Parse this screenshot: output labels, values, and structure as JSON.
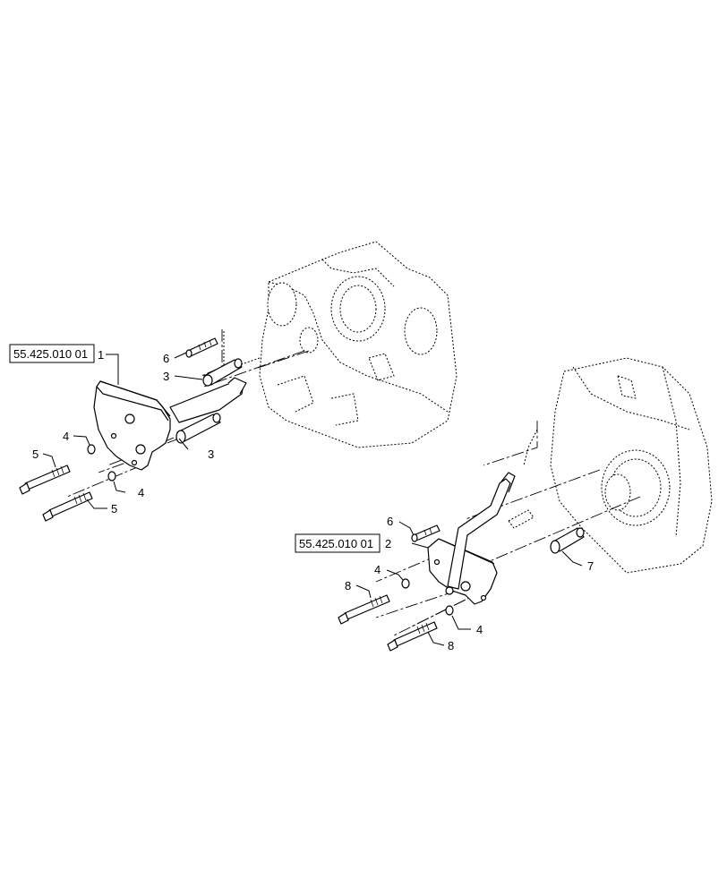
{
  "references": {
    "upper": "55.425.010 01",
    "lower": "55.425.010 01"
  },
  "callouts": {
    "c1": "1",
    "c2": "2",
    "c3a": "3",
    "c3b": "3",
    "c4a": "4",
    "c4b": "4",
    "c4c": "4",
    "c4d": "4",
    "c5a": "5",
    "c5b": "5",
    "c6a": "6",
    "c6b": "6",
    "c7": "7",
    "c8a": "8",
    "c8b": "8"
  }
}
